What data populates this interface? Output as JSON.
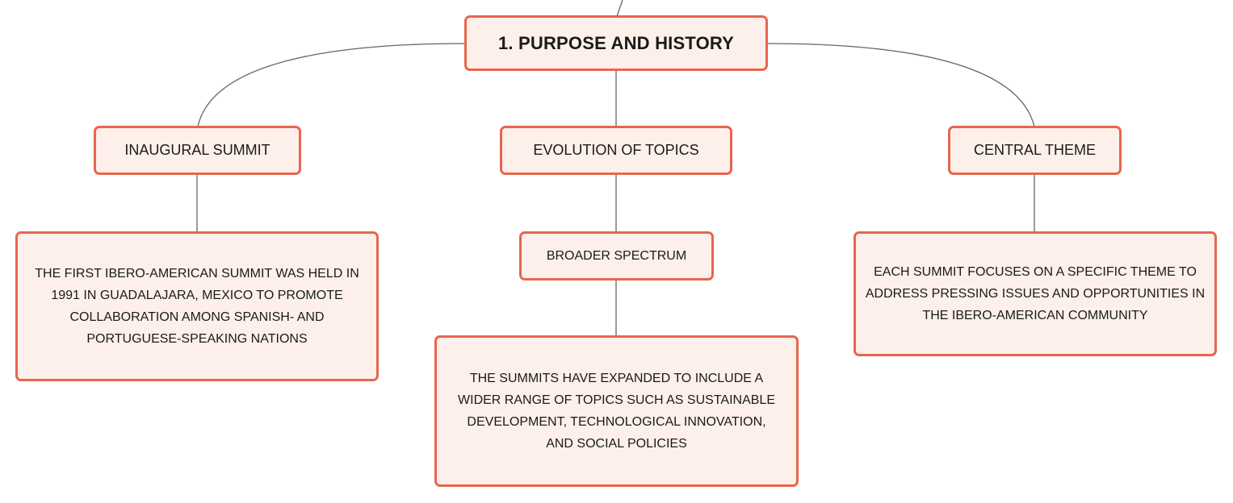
{
  "theme": {
    "accent": "#e8654f",
    "fill": "#fdf0ea",
    "line": "#666666"
  },
  "root": {
    "label": "1. PURPOSE AND HISTORY"
  },
  "branches": [
    {
      "label": "INAUGURAL SUMMIT"
    },
    {
      "label": "EVOLUTION OF TOPICS"
    },
    {
      "label": "CENTRAL THEME"
    }
  ],
  "details": {
    "inaugural": "THE FIRST IBERO-AMERICAN SUMMIT WAS HELD IN 1991 IN GUADALAJARA, MEXICO TO PROMOTE COLLABORATION AMONG SPANISH- AND PORTUGUESE-SPEAKING NATIONS",
    "broader_spectrum": "BROADER SPECTRUM",
    "evolution": "THE SUMMITS HAVE EXPANDED TO INCLUDE A WIDER RANGE OF TOPICS SUCH AS SUSTAINABLE DEVELOPMENT, TECHNOLOGICAL INNOVATION, AND SOCIAL POLICIES",
    "central": "EACH SUMMIT FOCUSES ON A SPECIFIC THEME TO ADDRESS PRESSING ISSUES AND OPPORTUNITIES IN THE IBERO-AMERICAN COMMUNITY"
  }
}
